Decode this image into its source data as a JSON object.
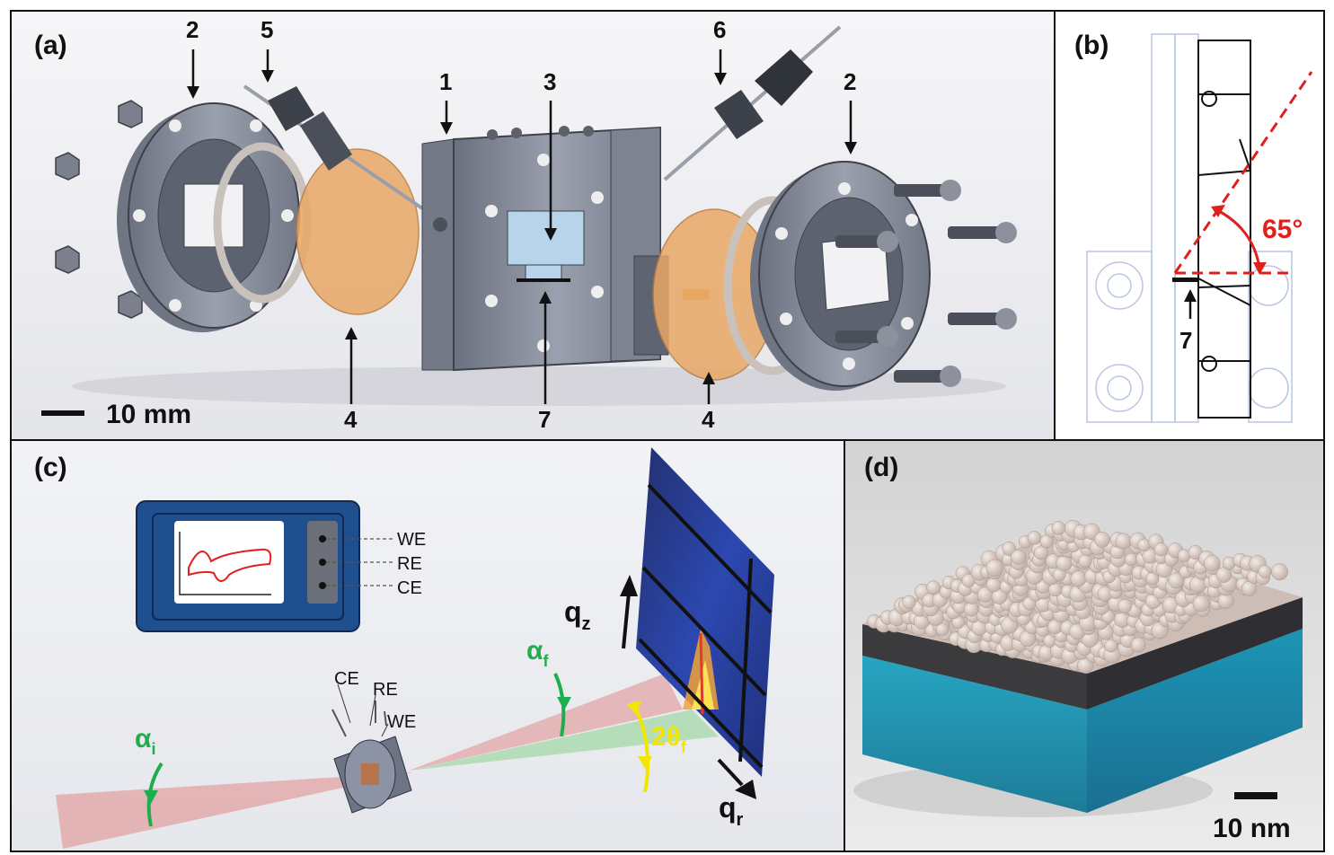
{
  "panels": {
    "a": {
      "label": "(a)",
      "scale_bar": "10 mm",
      "callouts": [
        "2",
        "5",
        "1",
        "3",
        "6",
        "2",
        "4",
        "7",
        "4"
      ]
    },
    "b": {
      "label": "(b)",
      "angle": "65°",
      "callout": "7"
    },
    "c": {
      "label": "(c)",
      "ports": [
        "WE",
        "RE",
        "CE"
      ],
      "cell_electrodes": [
        "CE",
        "RE",
        "WE"
      ],
      "alpha_i": "α",
      "alpha_i_sub": "i",
      "alpha_f": "α",
      "alpha_f_sub": "f",
      "two_theta": "2θ",
      "two_theta_sub": "f",
      "qz": "q",
      "qz_sub": "z",
      "qr": "q",
      "qr_sub": "r"
    },
    "d": {
      "label": "(d)",
      "scale_bar": "10 nm"
    }
  },
  "colors": {
    "red_annot": "#e0201c",
    "green_annot": "#1fae4e",
    "yellow_annot": "#f2e600",
    "metal": "#8a8f9c",
    "kapton": "#e9a866",
    "substrate": "#1f8fb0"
  }
}
